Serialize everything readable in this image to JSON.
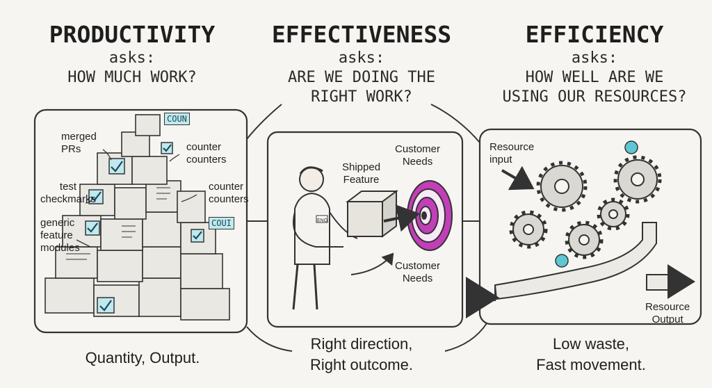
{
  "columns": [
    {
      "title": "PRODUCTIVITY",
      "asks": "asks:",
      "question": [
        "HOW MUCH WORK?"
      ],
      "footer": [
        "Quantity, Output."
      ]
    },
    {
      "title": "EFFECTIVENESS",
      "asks": "asks:",
      "question": [
        "ARE WE DOING THE",
        "RIGHT WORK?"
      ],
      "footer": [
        "Right direction,",
        "Right outcome."
      ]
    },
    {
      "title": "EFFICIENCY",
      "asks": "asks:",
      "question": [
        "HOW WELL ARE WE",
        "USING OUR RESOURCES?"
      ],
      "footer": [
        "Low waste,",
        "Fast movement."
      ]
    }
  ],
  "productivity_panel": {
    "labels": {
      "merged": [
        "merged",
        "PRs"
      ],
      "counter1": [
        "counter",
        "counters"
      ],
      "test": [
        "test",
        "checkmarks"
      ],
      "counter2": [
        "counter",
        "counters"
      ],
      "generic": [
        "generic",
        "feature",
        "modules"
      ]
    },
    "tags": [
      "COUN",
      "COUI"
    ]
  },
  "effectiveness_panel": {
    "shipped": [
      "Shipped",
      "Feature"
    ],
    "needs_top": [
      "Customer",
      "Needs"
    ],
    "needs_bottom": [
      "Customer",
      "Needs"
    ],
    "shirt_badge": "ENG"
  },
  "efficiency_panel": {
    "input": [
      "Resource",
      "input"
    ],
    "output": [
      "Resource",
      "Output"
    ]
  },
  "colors": {
    "accent_teal": "#5fc7d3",
    "accent_magenta": "#c23fb8",
    "ink": "#222222"
  }
}
